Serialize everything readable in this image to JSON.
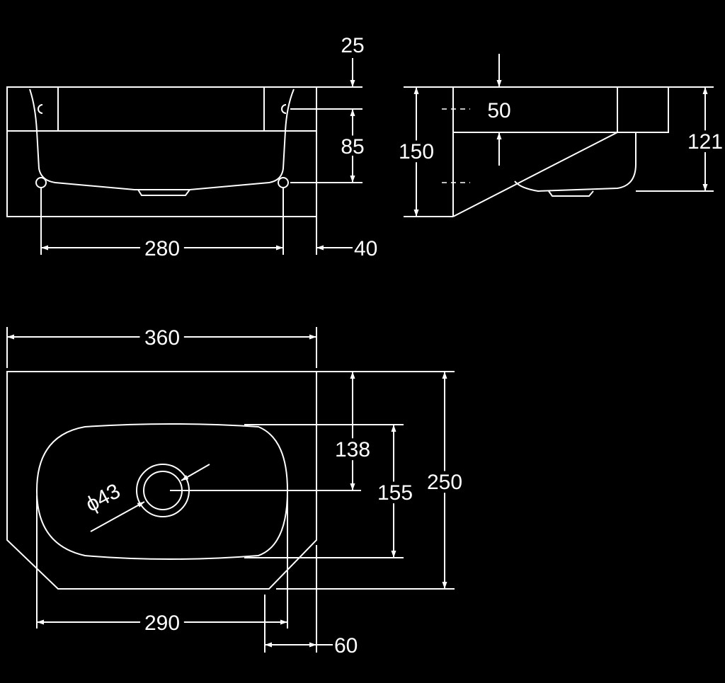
{
  "colors": {
    "background": "#000000",
    "line": "#ffffff"
  },
  "dimensions": {
    "front": {
      "top_offset": "25",
      "hole_depth": "85",
      "hole_spacing": "280",
      "side_offset": "40"
    },
    "side": {
      "top_depth": "50",
      "total_height": "150",
      "bowl_height": "121"
    },
    "plan": {
      "width": "360",
      "drain_center": "138",
      "bowl_depth": "155",
      "depth": "250",
      "drain_diameter": "ϕ43",
      "bowl_width": "290",
      "corner_chamfer": "60"
    }
  }
}
